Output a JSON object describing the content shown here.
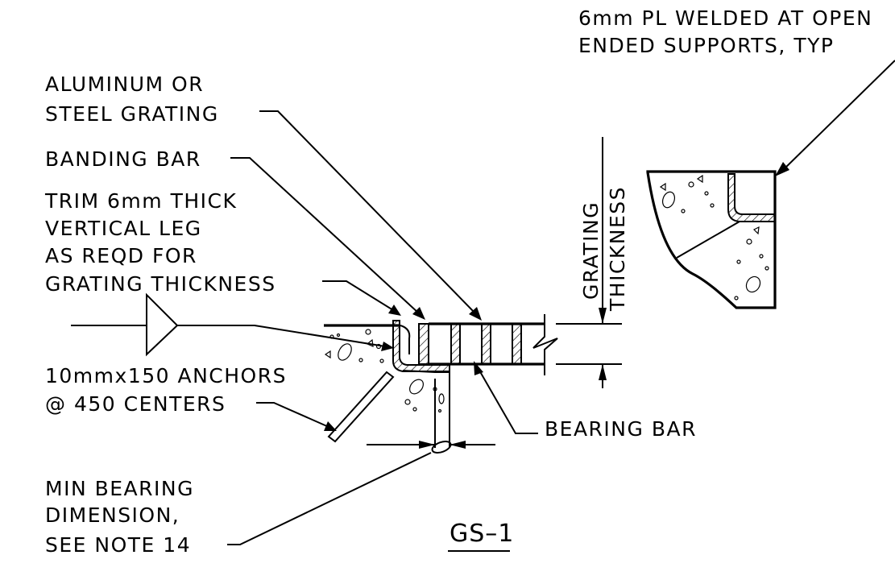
{
  "title": "GS–1",
  "notes": {
    "plate_welded": [
      "6mm PL WELDED AT OPEN",
      "ENDED SUPPORTS, TYP"
    ],
    "grating_material": [
      "ALUMINUM OR",
      "STEEL GRATING"
    ],
    "banding_bar": [
      "BANDING BAR"
    ],
    "trim_leg": [
      "TRIM 6mm THICK",
      "VERTICAL LEG",
      "AS REQD FOR",
      "GRATING THICKNESS"
    ],
    "anchors": [
      "10mmx150 ANCHORS",
      "@ 450 CENTERS"
    ],
    "bearing_bar": [
      "BEARING BAR"
    ],
    "min_bearing": [
      "MIN BEARING",
      "DIMENSION,",
      "SEE NOTE 14"
    ],
    "grating_thickness": [
      "GRATING",
      "THICKNESS"
    ]
  }
}
